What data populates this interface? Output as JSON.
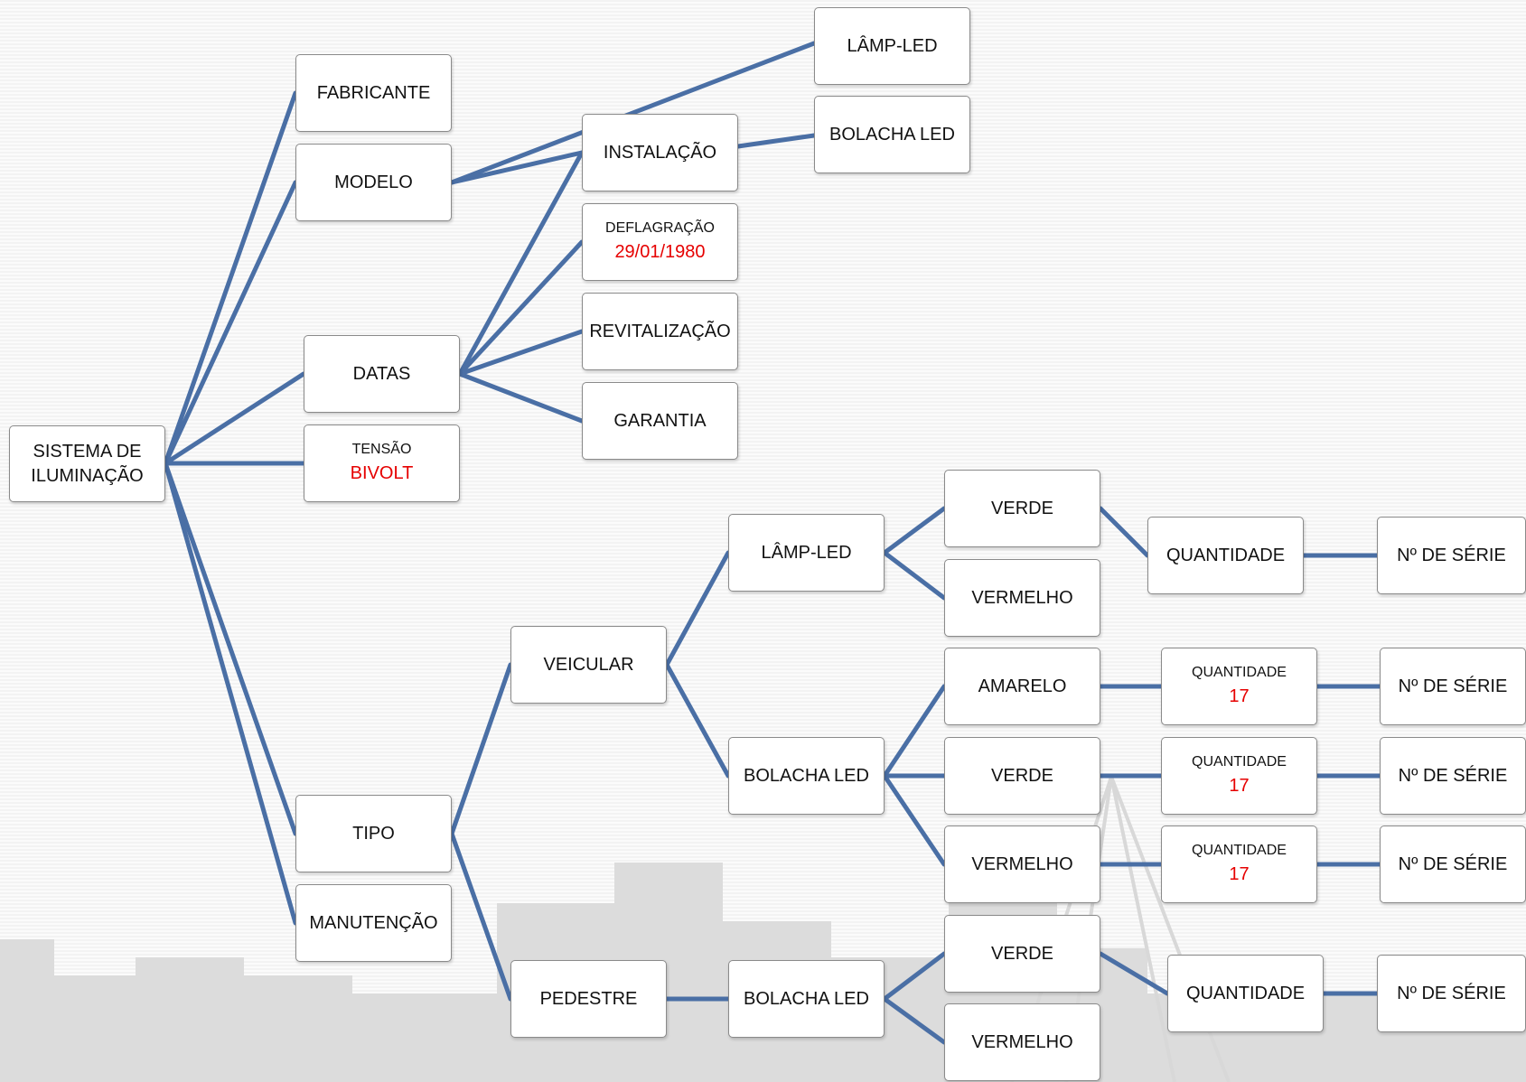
{
  "nodes": {
    "sistema": {
      "label": "SISTEMA DE\nILUMINAÇÃO"
    },
    "fabricante": {
      "label": "FABRICANTE"
    },
    "modelo": {
      "label": "MODELO"
    },
    "datas": {
      "label": "DATAS"
    },
    "tensao": {
      "label": "TENSÃO",
      "value": "BIVOLT"
    },
    "tipo": {
      "label": "TIPO"
    },
    "manutencao": {
      "label": "MANUTENÇÃO"
    },
    "instalacao": {
      "label": "INSTALAÇÃO"
    },
    "deflagracao": {
      "label": "DEFLAGRAÇÃO",
      "value": "29/01/1980"
    },
    "revitalizacao": {
      "label": "REVITALIZAÇÃO"
    },
    "garantia": {
      "label": "GARANTIA"
    },
    "lamp_led_top": {
      "label": "LÂMP-LED"
    },
    "bolacha_led_top": {
      "label": "BOLACHA LED"
    },
    "veicular": {
      "label": "VEICULAR"
    },
    "pedestre": {
      "label": "PEDESTRE"
    },
    "veic_lamp_led": {
      "label": "LÂMP-LED"
    },
    "veic_bolacha_led": {
      "label": "BOLACHA LED"
    },
    "ped_bolacha_led": {
      "label": "BOLACHA LED"
    },
    "lamp_verde": {
      "label": "VERDE"
    },
    "lamp_vermelho": {
      "label": "VERMELHO"
    },
    "bol_amarelo": {
      "label": "AMARELO"
    },
    "bol_verde": {
      "label": "VERDE"
    },
    "bol_vermelho": {
      "label": "VERMELHO"
    },
    "ped_verde": {
      "label": "VERDE"
    },
    "ped_vermelho": {
      "label": "VERMELHO"
    },
    "qtd_lamp": {
      "label": "QUANTIDADE"
    },
    "qtd_amarelo": {
      "label": "QUANTIDADE",
      "value": "17"
    },
    "qtd_verde": {
      "label": "QUANTIDADE",
      "value": "17"
    },
    "qtd_vermelho": {
      "label": "QUANTIDADE",
      "value": "17"
    },
    "qtd_ped": {
      "label": "QUANTIDADE"
    },
    "serie_lamp": {
      "label": "Nº DE SÉRIE"
    },
    "serie_amarelo": {
      "label": "Nº DE SÉRIE"
    },
    "serie_verde": {
      "label": "Nº DE SÉRIE"
    },
    "serie_vermelho": {
      "label": "Nº DE SÉRIE"
    },
    "serie_ped": {
      "label": "Nº DE SÉRIE"
    }
  },
  "colors": {
    "connector": "#4a6fa5",
    "value_text": "#e60000",
    "node_border": "#8a8a8a"
  }
}
